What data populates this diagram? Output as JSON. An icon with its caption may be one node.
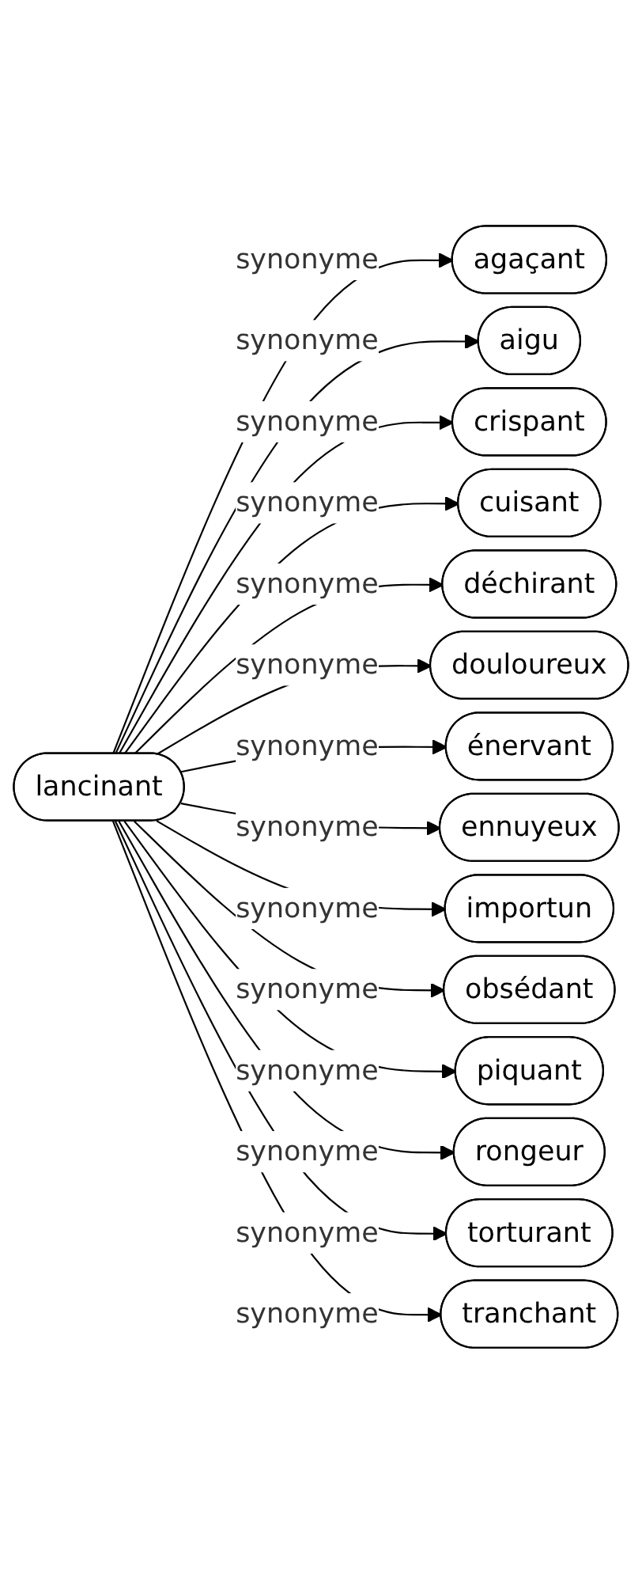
{
  "diagram": {
    "nodes": [
      {
        "text": [
          "lancinant"
        ]
      },
      {
        "text": [
          "agaçant"
        ]
      },
      {
        "text": [
          "aigu"
        ]
      },
      {
        "text": [
          "crispant"
        ]
      },
      {
        "text": [
          "cuisant"
        ]
      },
      {
        "text": [
          "déchirant"
        ]
      },
      {
        "text": [
          "douloureux"
        ]
      },
      {
        "text": [
          "énervant"
        ]
      },
      {
        "text": [
          "ennuyeux"
        ]
      },
      {
        "text": [
          "importun"
        ]
      },
      {
        "text": [
          "obsédant"
        ]
      },
      {
        "text": [
          "piquant"
        ]
      },
      {
        "text": [
          "rongeur"
        ]
      },
      {
        "text": [
          "torturant"
        ]
      },
      {
        "text": [
          "tranchant"
        ]
      }
    ],
    "edges": [
      {
        "from": 0,
        "to": 1,
        "arrow": "to",
        "label": "synonyme"
      },
      {
        "from": 0,
        "to": 2,
        "arrow": "to",
        "label": "synonyme"
      },
      {
        "from": 0,
        "to": 3,
        "arrow": "to",
        "label": "synonyme"
      },
      {
        "from": 0,
        "to": 4,
        "arrow": "to",
        "label": "synonyme"
      },
      {
        "from": 0,
        "to": 5,
        "arrow": "to",
        "label": "synonyme"
      },
      {
        "from": 0,
        "to": 6,
        "arrow": "to",
        "label": "synonyme"
      },
      {
        "from": 0,
        "to": 7,
        "arrow": "to",
        "label": "synonyme"
      },
      {
        "from": 0,
        "to": 8,
        "arrow": "to",
        "label": "synonyme"
      },
      {
        "from": 0,
        "to": 9,
        "arrow": "to",
        "label": "synonyme"
      },
      {
        "from": 0,
        "to": 10,
        "arrow": "to",
        "label": "synonyme"
      },
      {
        "from": 0,
        "to": 11,
        "arrow": "to",
        "label": "synonyme"
      },
      {
        "from": 0,
        "to": 12,
        "arrow": "to",
        "label": "synonyme"
      },
      {
        "from": 0,
        "to": 13,
        "arrow": "to",
        "label": "synonyme"
      },
      {
        "from": 0,
        "to": 14,
        "arrow": "to",
        "label": "synonyme"
      }
    ]
  }
}
